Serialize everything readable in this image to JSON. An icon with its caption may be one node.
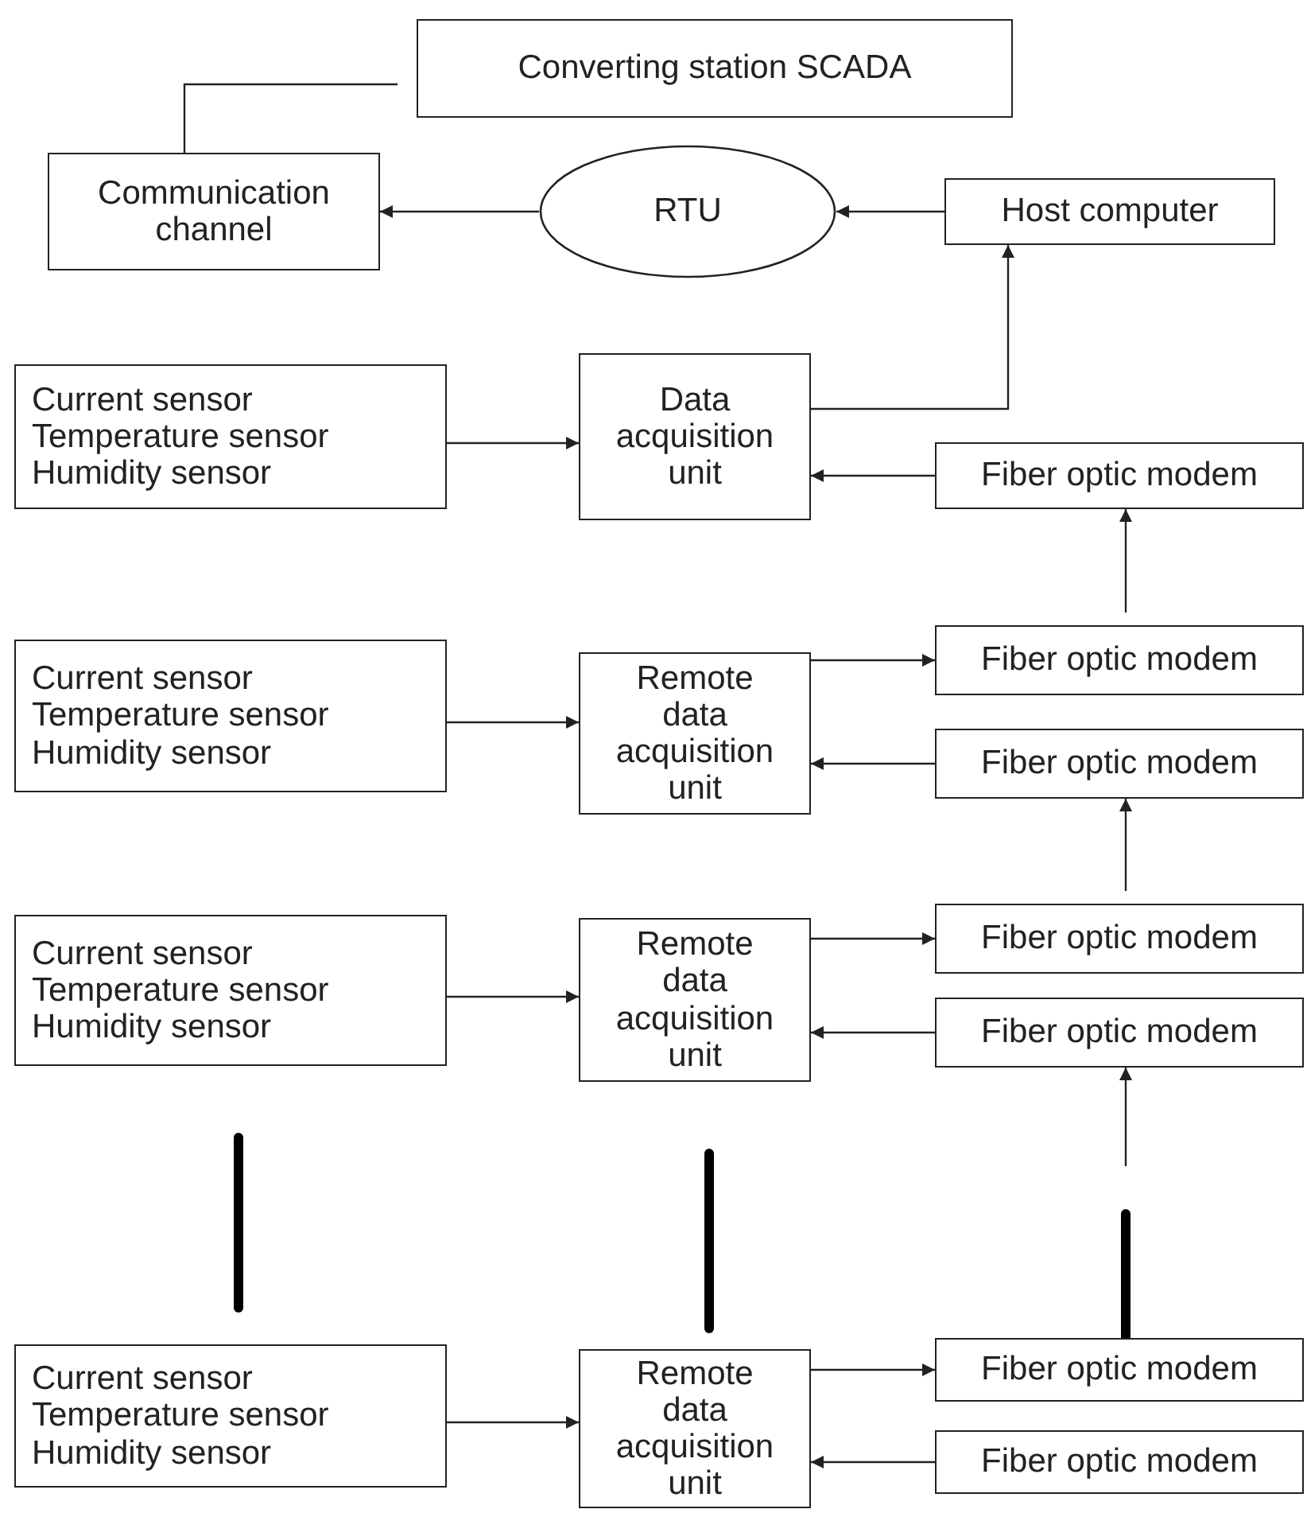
{
  "diagram": {
    "nodes": [
      {
        "text": [
          "Converting station SCADA"
        ]
      },
      {
        "text": [
          "Communication channel"
        ]
      },
      {
        "text": [
          "RTU"
        ]
      },
      {
        "text": [
          "Host computer"
        ]
      },
      {
        "text": [
          "Current sensor",
          "Temperature sensor",
          "Humidity sensor"
        ]
      },
      {
        "text": [
          "Data acquisition unit"
        ]
      },
      {
        "text": [
          "Fiber optic modem"
        ]
      },
      {
        "text": [
          "Current sensor",
          "Temperature sensor",
          "Humidity sensor"
        ]
      },
      {
        "text": [
          "Remote data acquisition unit"
        ]
      },
      {
        "text": [
          "Fiber optic modem"
        ]
      },
      {
        "text": [
          "Fiber optic modem"
        ]
      },
      {
        "text": [
          "Current sensor",
          "Temperature sensor",
          "Humidity sensor"
        ]
      },
      {
        "text": [
          "Remote data acquisition unit"
        ]
      },
      {
        "text": [
          "Fiber optic modem"
        ]
      },
      {
        "text": [
          "Fiber optic modem"
        ]
      },
      {
        "text": [
          "Current sensor",
          "Temperature sensor",
          "Humidity sensor"
        ]
      },
      {
        "text": [
          "Remote data acquisition unit"
        ]
      },
      {
        "text": [
          "Fiber optic modem"
        ]
      },
      {
        "text": [
          "Fiber optic modem"
        ]
      }
    ],
    "edges": [
      {
        "from": 0,
        "to": 1,
        "arrow": "none"
      },
      {
        "from": 2,
        "to": 1,
        "arrow": "to"
      },
      {
        "from": 3,
        "to": 2,
        "arrow": "to"
      },
      {
        "from": 5,
        "to": 3,
        "arrow": "to"
      },
      {
        "from": 4,
        "to": 5,
        "arrow": "to"
      },
      {
        "from": 6,
        "to": 5,
        "arrow": "to"
      },
      {
        "from": 9,
        "to": 6,
        "arrow": "to"
      },
      {
        "from": 7,
        "to": 8,
        "arrow": "to"
      },
      {
        "from": 8,
        "to": 9,
        "arrow": "to"
      },
      {
        "from": 10,
        "to": 8,
        "arrow": "to"
      },
      {
        "from": 13,
        "to": 10,
        "arrow": "to"
      },
      {
        "from": 11,
        "to": 12,
        "arrow": "to"
      },
      {
        "from": 12,
        "to": 13,
        "arrow": "to"
      },
      {
        "from": 14,
        "to": 12,
        "arrow": "to"
      },
      {
        "from": null,
        "to": 14,
        "arrow": "to"
      },
      {
        "from": 15,
        "to": 16,
        "arrow": "to"
      },
      {
        "from": 16,
        "to": 17,
        "arrow": "to"
      },
      {
        "from": 18,
        "to": 16,
        "arrow": "to"
      }
    ]
  }
}
